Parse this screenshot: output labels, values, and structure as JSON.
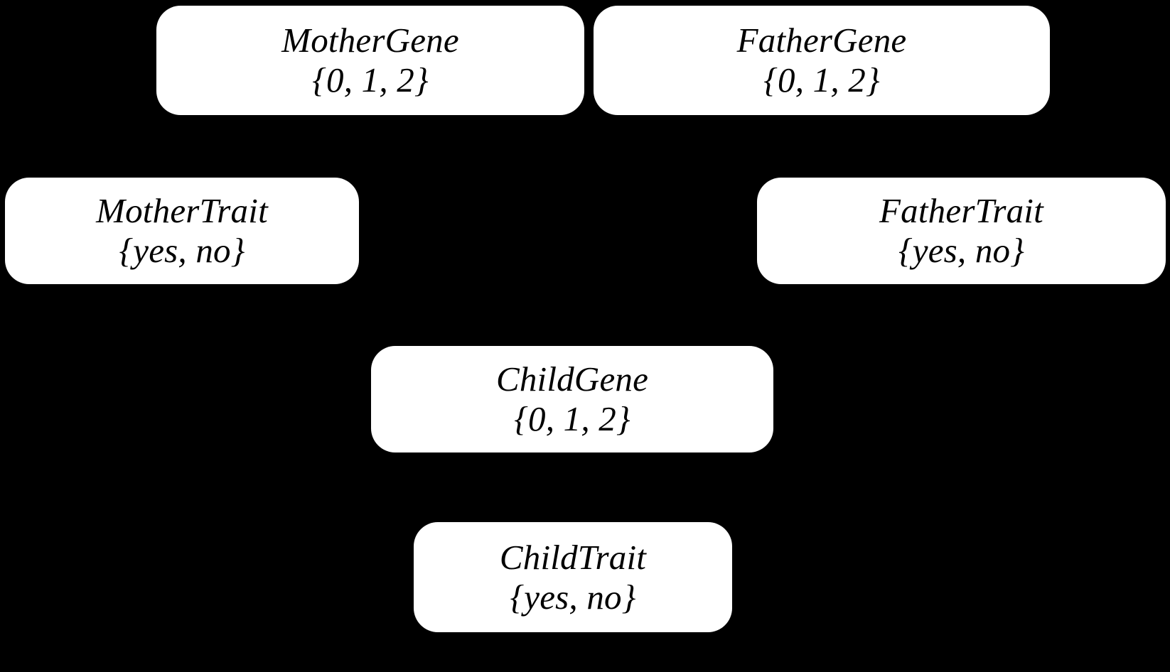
{
  "figure": {
    "kind": "bayesian-network",
    "background_color": "#000000",
    "node_fill_color": "#ffffff",
    "node_text_color": "#000000"
  },
  "nodes": [
    {
      "id": "mother-gene",
      "name": "MotherGene",
      "domain": "{0, 1, 2}"
    },
    {
      "id": "father-gene",
      "name": "FatherGene",
      "domain": "{0, 1, 2}"
    },
    {
      "id": "mother-trait",
      "name": "MotherTrait",
      "domain": "{yes, no}"
    },
    {
      "id": "father-trait",
      "name": "FatherTrait",
      "domain": "{yes, no}"
    },
    {
      "id": "child-gene",
      "name": "ChildGene",
      "domain": "{0, 1, 2}"
    },
    {
      "id": "child-trait",
      "name": "ChildTrait",
      "domain": "{yes, no}"
    }
  ]
}
